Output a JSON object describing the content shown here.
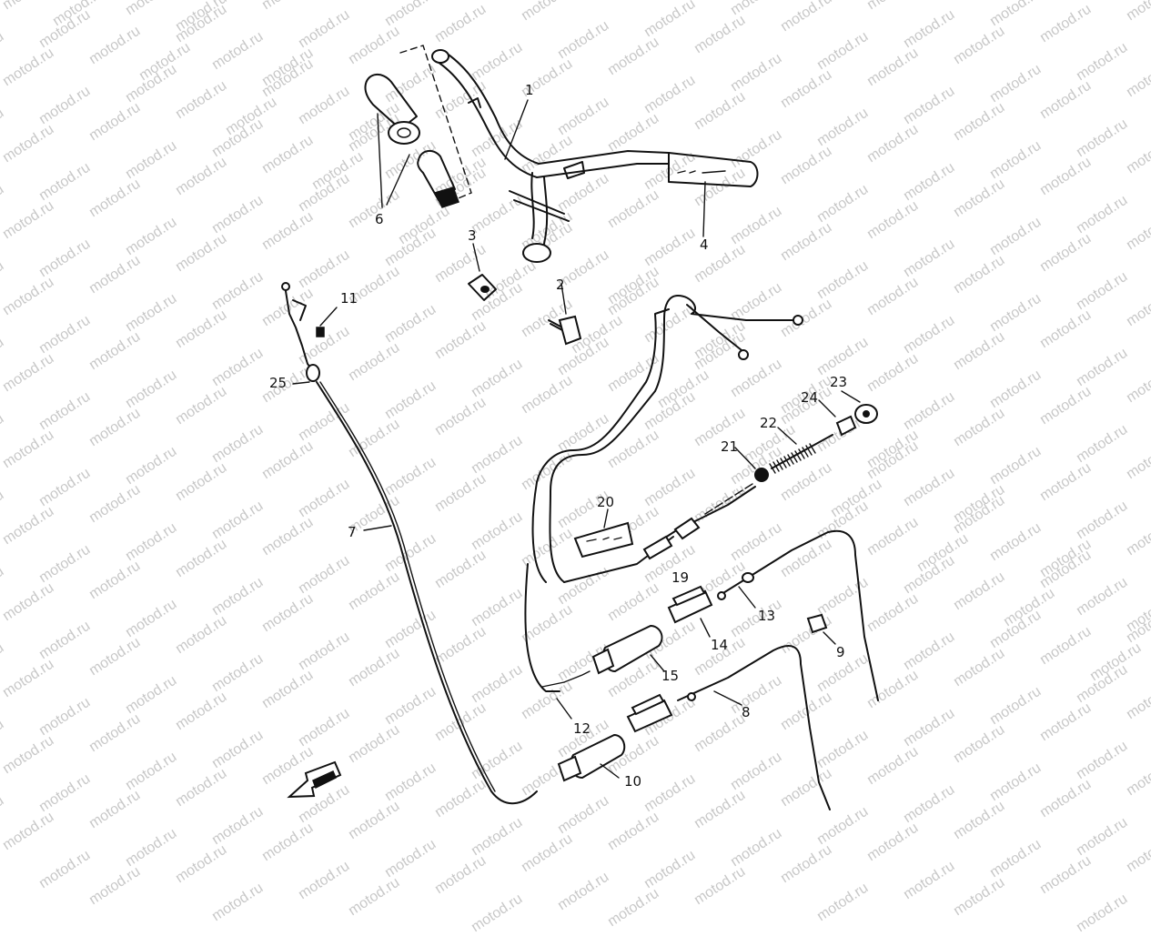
{
  "watermark": {
    "text": "motod.ru"
  },
  "callouts": [
    {
      "id": "1",
      "text": "1"
    },
    {
      "id": "2",
      "text": "2"
    },
    {
      "id": "3",
      "text": "3"
    },
    {
      "id": "4",
      "text": "4"
    },
    {
      "id": "6",
      "text": "6"
    },
    {
      "id": "7",
      "text": "7"
    },
    {
      "id": "8",
      "text": "8"
    },
    {
      "id": "9",
      "text": "9"
    },
    {
      "id": "10",
      "text": "10"
    },
    {
      "id": "11",
      "text": "11"
    },
    {
      "id": "12",
      "text": "12"
    },
    {
      "id": "13",
      "text": "13"
    },
    {
      "id": "14",
      "text": "14"
    },
    {
      "id": "15",
      "text": "15"
    },
    {
      "id": "19",
      "text": "19"
    },
    {
      "id": "20",
      "text": "20"
    },
    {
      "id": "21",
      "text": "21"
    },
    {
      "id": "22",
      "text": "22"
    },
    {
      "id": "23",
      "text": "23"
    },
    {
      "id": "24",
      "text": "24"
    },
    {
      "id": "25",
      "text": "25"
    }
  ],
  "colors": {
    "ink": "#111111",
    "paper": "#ffffff",
    "watermark": "#c8c8c8"
  },
  "icons": {
    "front_arrow": "front-direction-arrow-icon"
  }
}
